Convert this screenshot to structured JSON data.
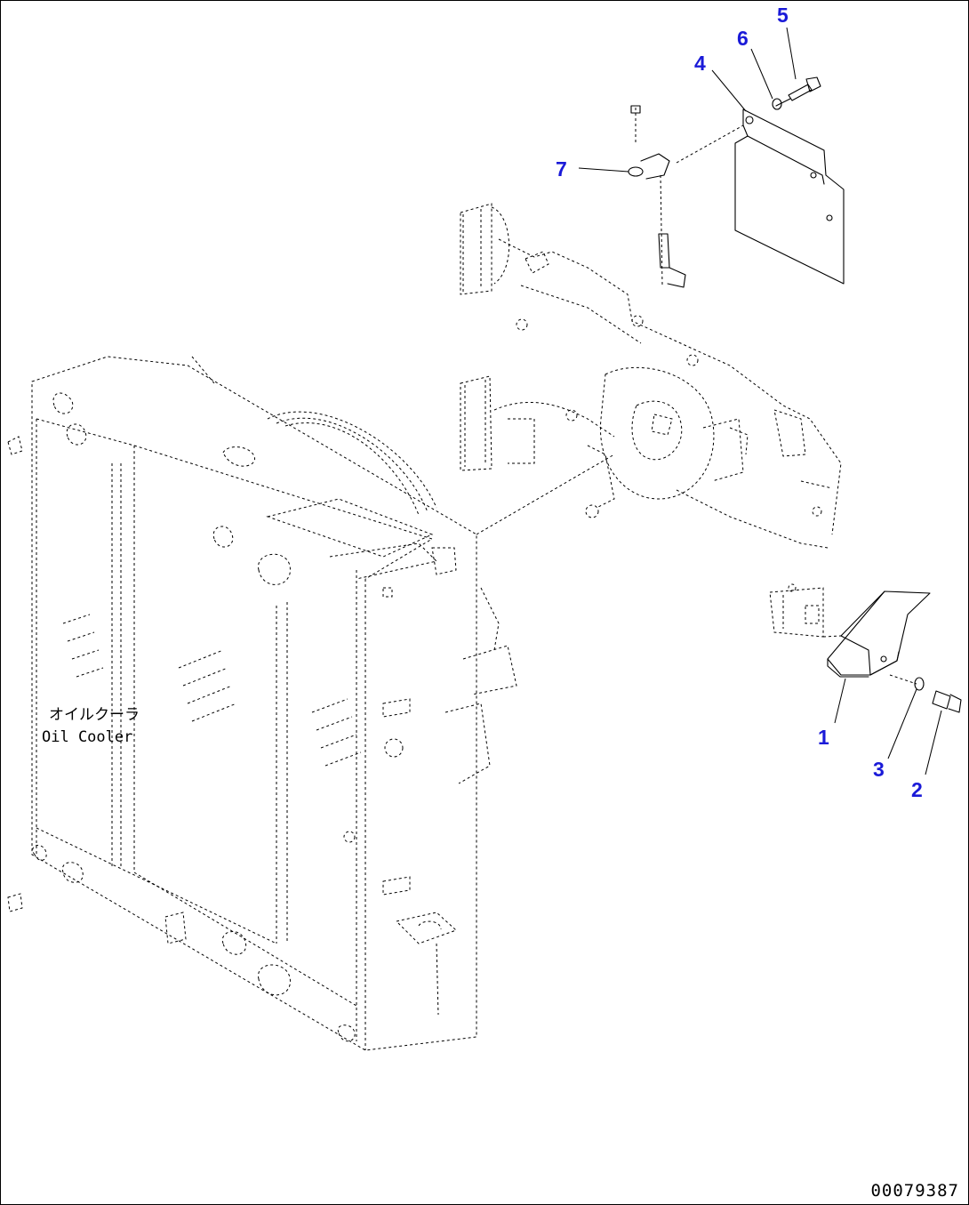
{
  "callouts": [
    {
      "id": "1",
      "label": "1"
    },
    {
      "id": "2",
      "label": "2"
    },
    {
      "id": "3",
      "label": "3"
    },
    {
      "id": "4",
      "label": "4"
    },
    {
      "id": "5",
      "label": "5"
    },
    {
      "id": "6",
      "label": "6"
    },
    {
      "id": "7",
      "label": "7"
    }
  ],
  "oil_cooler": {
    "label_jp": "オイルクーラ",
    "label_en": "Oil Cooler"
  },
  "drawing_number": "00079387",
  "colors": {
    "callout": "#1a1ad8",
    "line": "#000000",
    "background": "#ffffff"
  }
}
